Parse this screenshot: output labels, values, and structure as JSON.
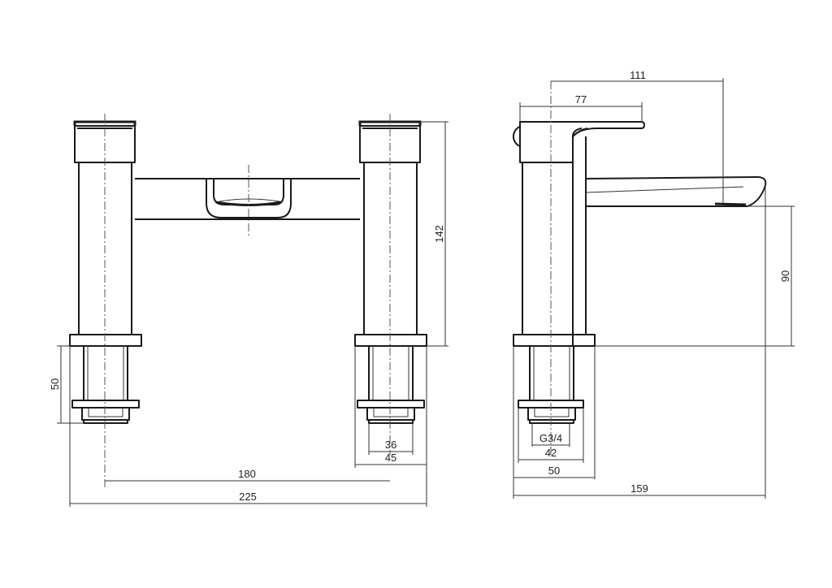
{
  "dimensions": {
    "front": {
      "height_total": "142",
      "tail_length": "50",
      "inner_width": "36",
      "outer_width": "45",
      "centres": "180",
      "overall_width": "225"
    },
    "side": {
      "reach": "111",
      "lever_reach": "77",
      "spout_height": "90",
      "thread": "G3/4",
      "nut_width": "42",
      "body_width": "50",
      "overall_depth": "159"
    }
  }
}
